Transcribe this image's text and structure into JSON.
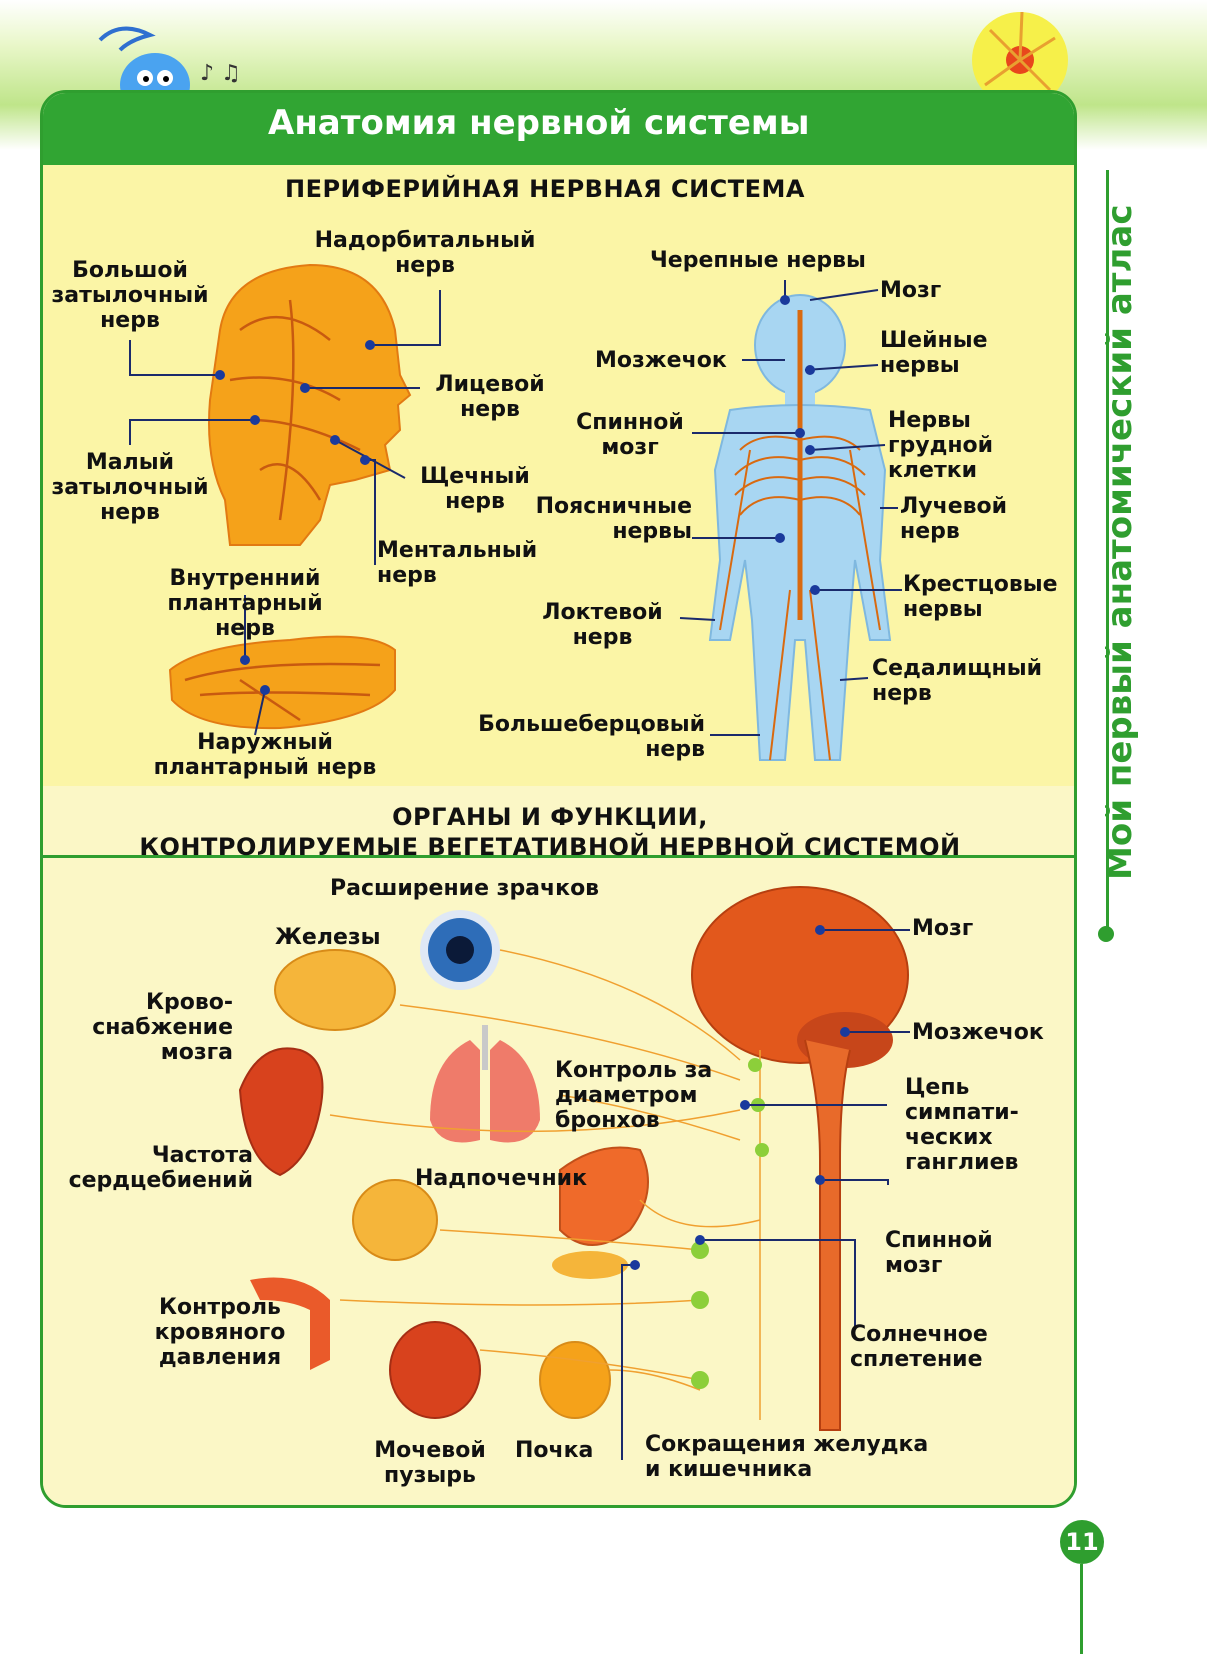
{
  "page": {
    "title": "Анатомия нервной системы",
    "side_title": "Мой первый анатомический атлас",
    "page_number": "11"
  },
  "peripheral": {
    "heading": "ПЕРИФЕРИЙНАЯ НЕРВНАЯ СИСТЕМА",
    "labels": {
      "greater_occipital": "Большой\nзатылочный\nнерв",
      "supraorbital": "Надорбитальный\nнерв",
      "facial": "Лицевой\nнерв",
      "lesser_occipital": "Малый\nзатылочный\nнерв",
      "buccal": "Щечный\nнерв",
      "mental": "Ментальный\nнерв",
      "medial_plantar": "Внутренний\nплантарный\nнерв",
      "lateral_plantar": "Наружный\nплантарный нерв",
      "cranial": "Черепные нервы",
      "brain": "Мозг",
      "cerebellum": "Мозжечок",
      "cervical": "Шейные\nнервы",
      "spinal_cord": "Спинной\nмозг",
      "thoracic": "Нервы\nгрудной\nклетки",
      "lumbar": "Поясничные\nнервы",
      "radial": "Лучевой\nнерв",
      "sacral": "Крестцовые\nнервы",
      "ulnar": "Локтевой\nнерв",
      "sciatic": "Седалищный\nнерв",
      "tibial": "Большеберцовый\nнерв"
    }
  },
  "autonomic": {
    "heading": "ОРГАНЫ И ФУНКЦИИ,\nКОНТРОЛИРУЕМЫЕ ВЕГЕТАТИВНОЙ НЕРВНОЙ СИСТЕМОЙ",
    "labels": {
      "pupil": "Расширение зрачков",
      "glands": "Железы",
      "brain_blood": "Крово-\nснабжение\nмозга",
      "heart_rate": "Частота\nсердцебиений",
      "bronchi": "Контроль за\nдиаметром\nбронхов",
      "adrenal": "Надпочечник",
      "bp": "Контроль\nкровяного\nдавления",
      "bladder": "Мочевой\nпузырь",
      "kidney": "Почка",
      "gut": "Сокращения желудка\nи кишечника",
      "brain": "Мозг",
      "cerebellum": "Мозжечок",
      "ganglia": "Цепь\nсимпати-\nческих\nганглиев",
      "spinal_cord": "Спинной\nмозг",
      "solar": "Солнечное\nсплетение"
    }
  },
  "colors": {
    "green": "#2f9e2f",
    "panel_top": "#fbf5a6",
    "panel_bottom": "#fbf7c6",
    "nerve": "#e07a10",
    "leader": "#1a2a6c"
  }
}
